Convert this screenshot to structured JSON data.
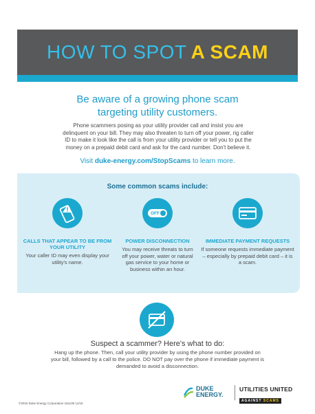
{
  "header": {
    "title_part1": "HOW TO SPOT",
    "title_part2": "A SCAM"
  },
  "headline": {
    "line1": "Be aware of a growing phone scam",
    "line2": "targeting utility customers."
  },
  "intro": "Phone scammers posing as your utility provider call and insist you are delinquent on your bill. They may also threaten to turn off your power, rig caller ID to make it look like the call is from your utility provider or tell you to put the money on a prepaid debit card and ask for the card number. Don't believe it.",
  "visit": {
    "prefix": "Visit",
    "link": "duke-energy.com/StopScams",
    "suffix": "to learn more."
  },
  "common": {
    "title": "Some common scams include:",
    "items": [
      {
        "icon": "phone-alert-icon",
        "heading": "CALLS THAT APPEAR TO BE FROM YOUR UTILITY",
        "body": "Your caller ID may even display your utility's name."
      },
      {
        "icon": "power-off-icon",
        "toggle_label": "OFF",
        "heading": "POWER DISCONNECTION",
        "body": "You may receive threats to turn off your power, water or natural gas service to your home or business within an hour."
      },
      {
        "icon": "credit-card-icon",
        "heading": "IMMEDIATE PAYMENT REQUESTS",
        "body": "If someone requests immediate payment – especially by prepaid debit card – it is a scam."
      }
    ]
  },
  "action": {
    "icon": "no-card-icon",
    "title": "Suspect a scammer? Here's what to do:",
    "body": "Hang up the phone. Then, call your utility provider by using the phone number provided on your bill, followed by a call to the police. DO NOT pay over the phone if immediate payment is demanded to avoid a disconnection."
  },
  "footer": {
    "copyright": "©2016 Duke Energy Corporation 161135 11/16",
    "duke_line1": "DUKE",
    "duke_line2": "ENERGY.",
    "uu_line1": "UTILITIES UNITED",
    "uu_line2a": "AGAINST",
    "uu_line2b": "SCAMS"
  },
  "colors": {
    "banner": "#58595b",
    "accent_blue": "#1ba8cf",
    "title_blue": "#35c0e8",
    "title_yellow": "#fcd116",
    "panel": "#d8eef7"
  }
}
